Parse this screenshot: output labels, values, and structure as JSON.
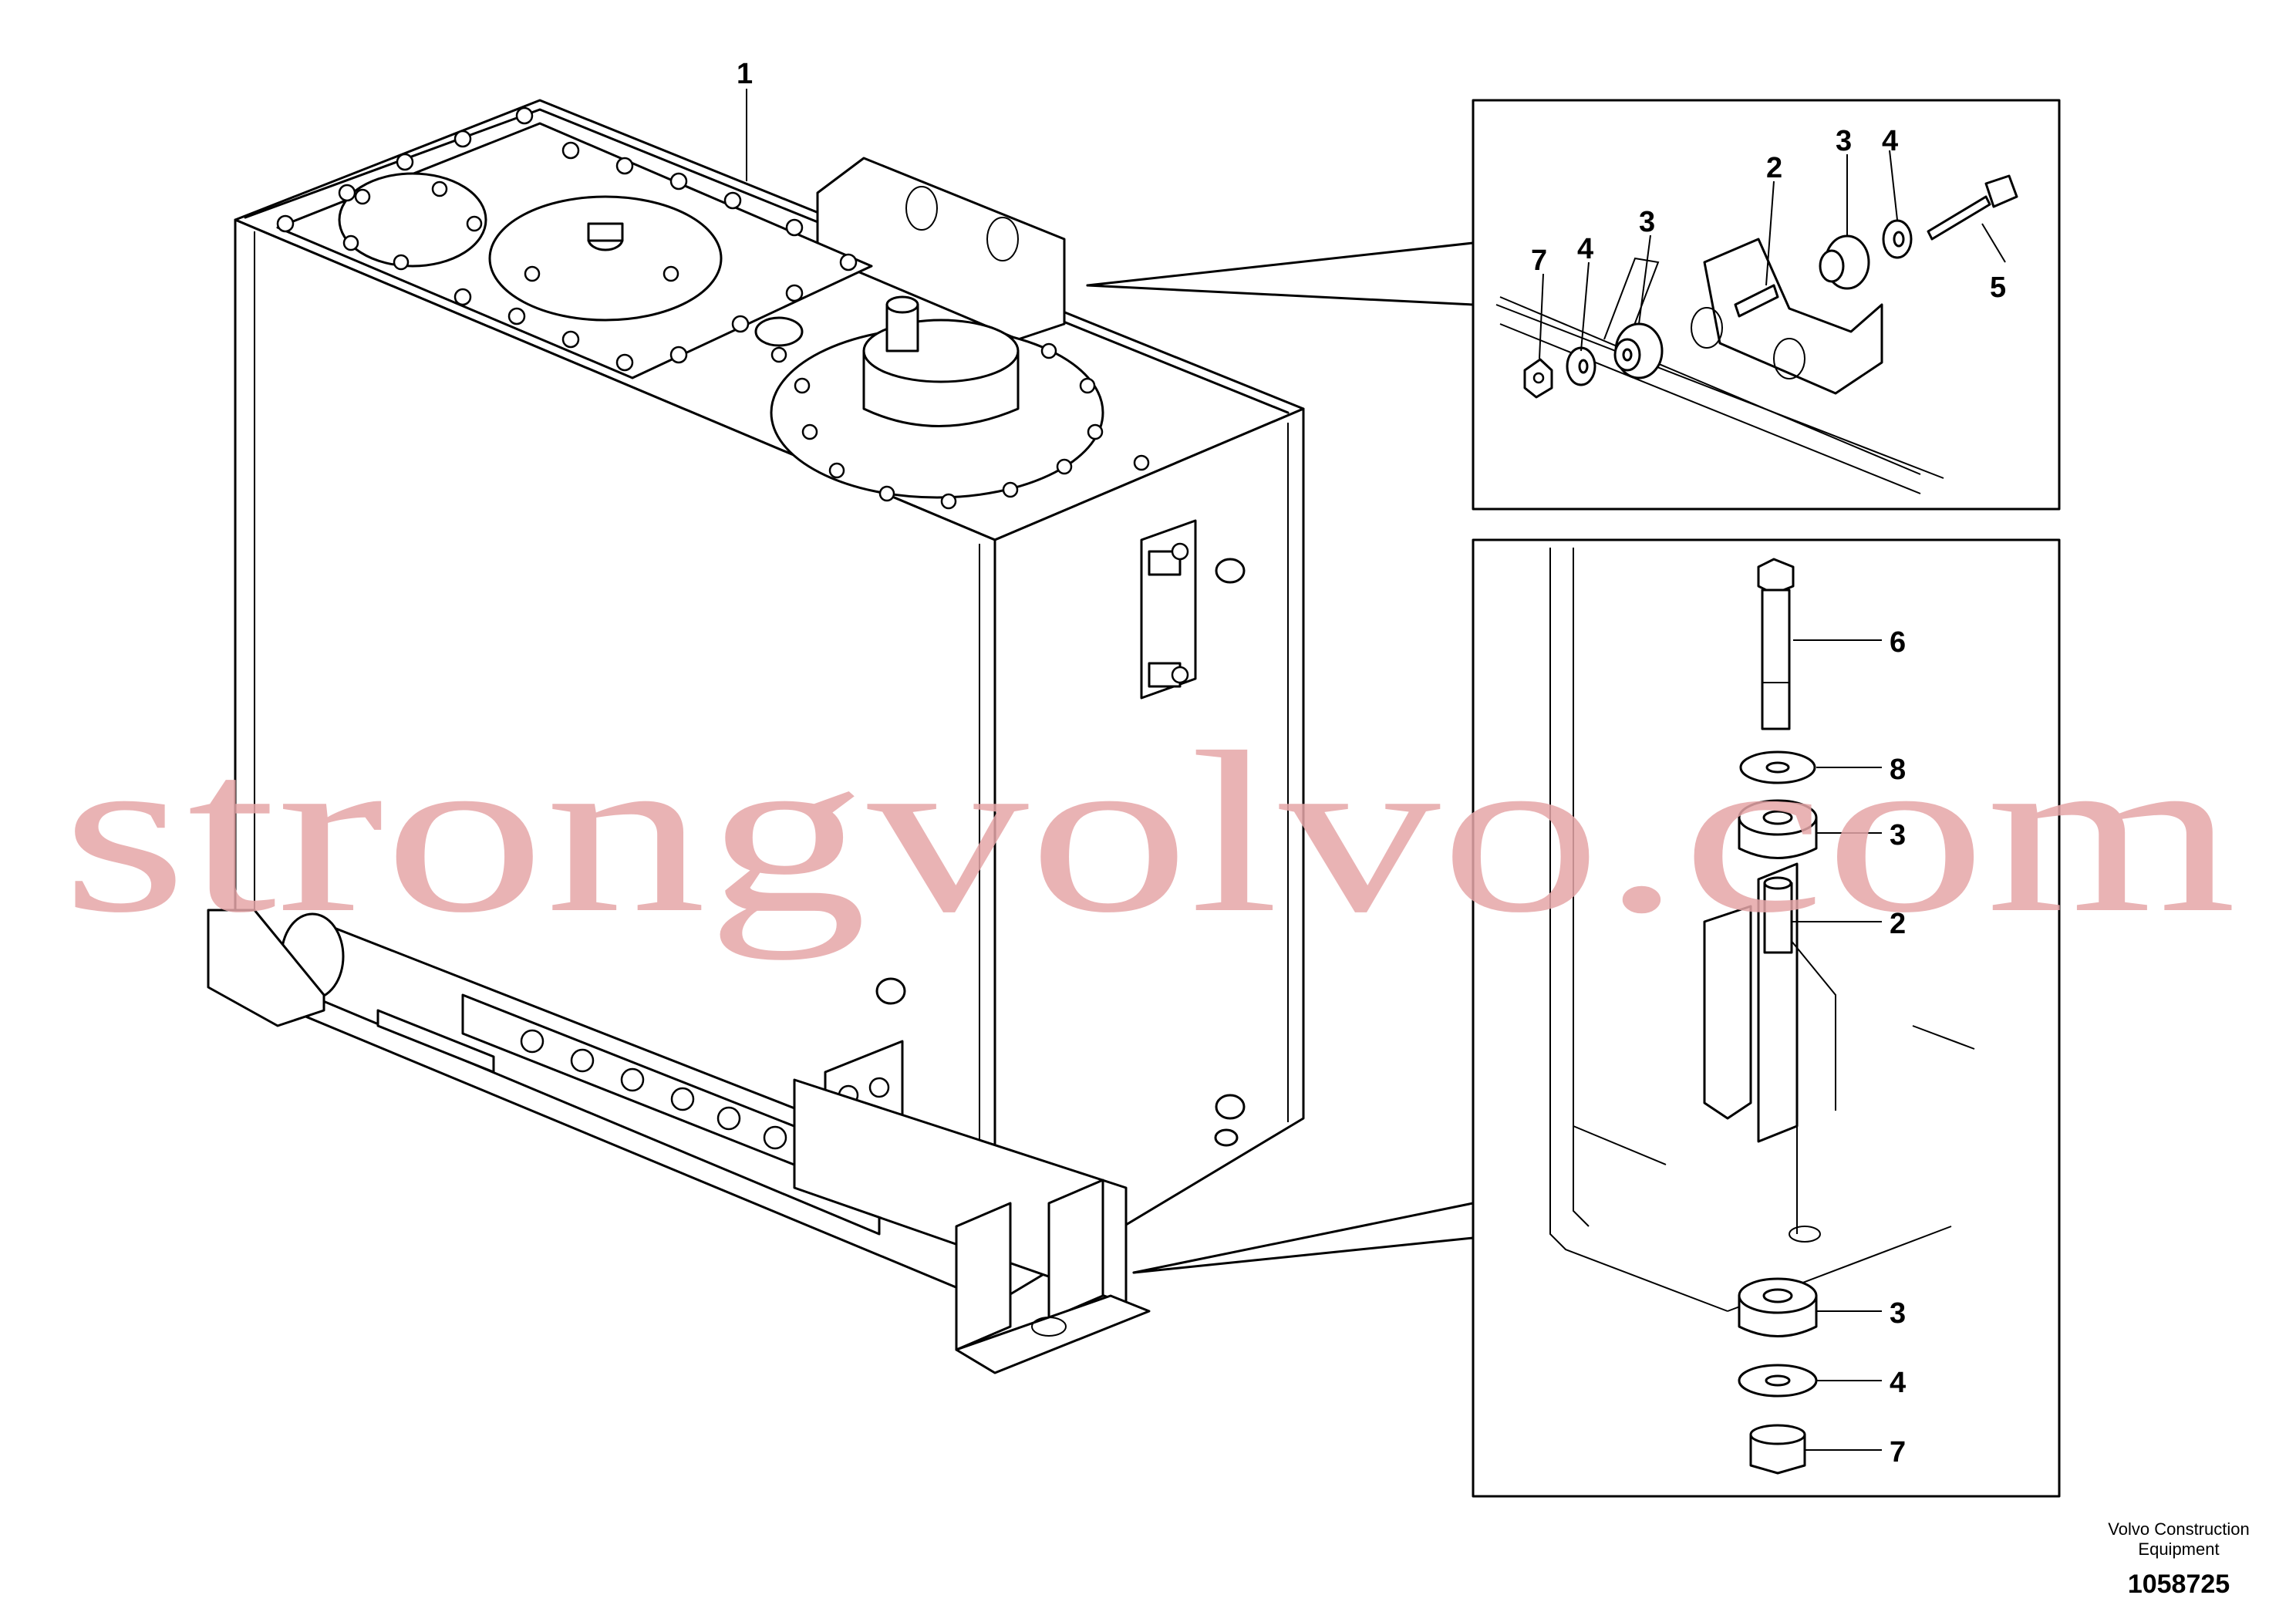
{
  "callouts": {
    "main_tank": "1",
    "top": {
      "n7": "7",
      "n4": "4",
      "n3a": "3",
      "n2": "2",
      "n3b": "3",
      "n4b": "4",
      "n5": "5"
    },
    "bottom": {
      "n6": "6",
      "n8": "8",
      "n3a": "3",
      "n2": "2",
      "n3b": "3",
      "n4": "4",
      "n7": "7"
    }
  },
  "watermark": "strongvolvo.com",
  "footer": {
    "brand_line1": "Volvo Construction",
    "brand_line2": "Equipment",
    "drawing_number": "1058725"
  }
}
